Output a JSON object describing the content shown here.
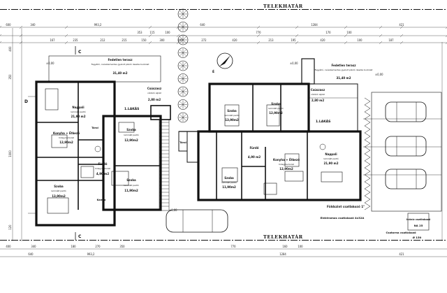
{
  "boundary": {
    "top": "TELEKHATÁR",
    "bottom": "TELEKHATÁR"
  },
  "dims": {
    "top_row1": [
      "600",
      "340",
      "993,2",
      "640",
      "1284",
      "421"
    ],
    "top_row2": [
      "353",
      "115",
      "100",
      "770",
      "170",
      "100"
    ],
    "top_row3": [
      "167",
      "235",
      "212",
      "215",
      "150",
      "300",
      "105",
      "272",
      "420",
      "213",
      "195",
      "420",
      "100",
      "187"
    ],
    "bottom_row1": [
      "400",
      "340",
      "180",
      "270",
      "350",
      "770",
      "160",
      "100"
    ],
    "bottom_row2": [
      "640",
      "993,2",
      "1284",
      "421"
    ],
    "left": [
      "400",
      "350",
      "1000",
      "120"
    ]
  },
  "rooms": [
    {
      "name": "Fedetlen terasz",
      "sub": "Fagyálló, csúszásmentes gyalult pikoló deszka burkolat",
      "area": "31,40 m2"
    },
    {
      "name": "Csúszasz",
      "sub": "vízzáró aljzat",
      "area": "2,80 m2"
    },
    {
      "name": "Nappali",
      "sub": "laminált padló",
      "area": "21,90 m2"
    },
    {
      "name": "Konyha + Étkező",
      "sub": "hideg burkolat",
      "area": "12,90m2"
    },
    {
      "name": "Tárol",
      "sub": "",
      "area": ""
    },
    {
      "name": "Fürdő",
      "sub": "hideg burkolat",
      "area": "4,90 m2"
    },
    {
      "name": "Szoba",
      "sub": "laminált padló",
      "area": "13,90m2"
    },
    {
      "name": "Szoba",
      "sub": "laminált padló",
      "area": "12,90m2"
    },
    {
      "name": "Szoba",
      "sub": "laminált padló",
      "area": "11,90m2"
    },
    {
      "name": "Kamra",
      "sub": "",
      "area": ""
    },
    {
      "name": "Tárol",
      "sub": "",
      "area": ""
    },
    {
      "name": "Szoba",
      "sub": "laminált padló",
      "area": "13,90m2"
    },
    {
      "name": "Szoba",
      "sub": "laminált padló",
      "area": "12,90m2"
    },
    {
      "name": "Csúszasz",
      "sub": "vízzáró aljzat",
      "area": "2,80 m2"
    },
    {
      "name": "Fedetlen terasz",
      "sub": "Fagyálló, csúszásmentes gyalult pikoló deszka burkolat",
      "area": "31,40 m2"
    },
    {
      "name": "Szoba",
      "sub": "laminált padló",
      "area": "11,90m2"
    },
    {
      "name": "Fürdő",
      "sub": "",
      "area": "4,90 m2"
    },
    {
      "name": "Konyha + Étkező",
      "sub": "hideg burkolat",
      "area": "12,90m2"
    },
    {
      "name": "Nappali",
      "sub": "laminált padló",
      "area": "21,90 m2"
    }
  ],
  "notes": {
    "lakas_a": "1.LAKÁS",
    "lakas_b": "1.LAKÁS",
    "footprint": "Földszint csatlakozó 1\"",
    "elec": "Elektromos csatlakozó 4x32A",
    "water": "Ivóvíz csatlakozó",
    "water_val": "NA 25",
    "sewer": "Csatorna csatlakozó",
    "sewer_val": "Ø 150",
    "level": "±0,00",
    "north": "É",
    "section_c": "C",
    "section_d": "D"
  }
}
